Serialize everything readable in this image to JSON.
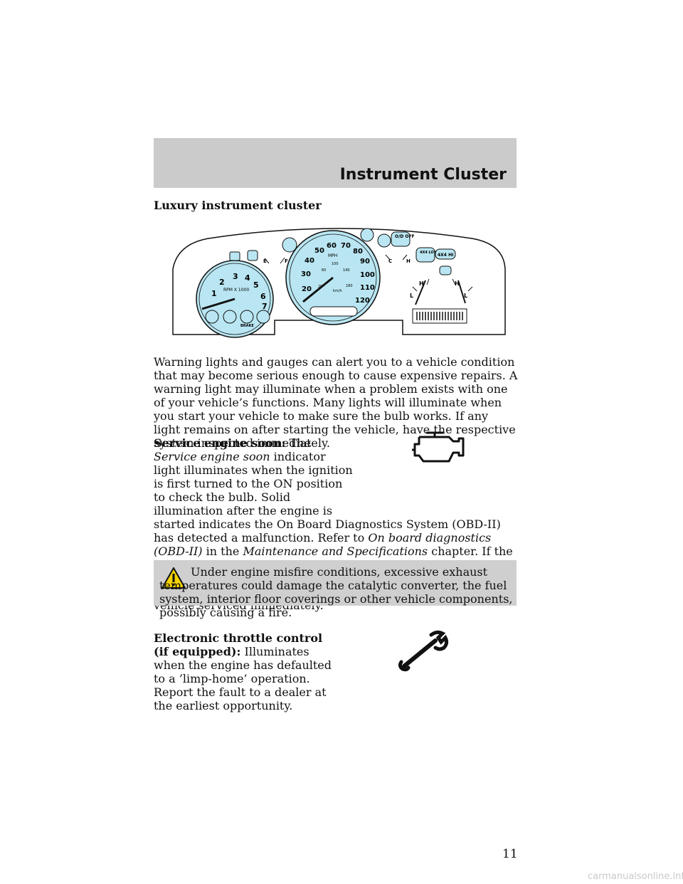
{
  "header": {
    "title": "Instrument Cluster"
  },
  "section_heading": "Luxury instrument cluster",
  "cluster": {
    "tach_numbers": [
      "1",
      "2",
      "3",
      "4",
      "5",
      "6",
      "7"
    ],
    "tach_label": "RPM X 1000",
    "speed_mph": [
      "20",
      "30",
      "40",
      "50",
      "60",
      "70",
      "80",
      "90",
      "100",
      "110",
      "120"
    ],
    "speed_kmh": [
      "20",
      "60",
      "100",
      "140",
      "180"
    ],
    "speed_mph_label": "MPH",
    "speed_kmh_label": "km/h",
    "fuel_e": "E",
    "fuel_f": "F",
    "temp_c": "C",
    "temp_h": "H",
    "od_off": "O/D OFF",
    "fourx4_low": "4X4 LOW",
    "fourx4_hi": "4X4 HI",
    "brake": "BRAKE",
    "gauge_l": "L",
    "gauge_h": "H"
  },
  "intro_paragraph": "Warning lights and gauges can alert you to a vehicle condition that may become serious enough to cause expensive repairs. A warning light may illuminate when a problem exists with one of your vehicle’s functions. Many lights will illuminate when you start your vehicle to make sure the bulb works. If any light remains on after starting the vehicle, have the respective system inspected immediately.",
  "service_engine": {
    "label": "Service engine soon:",
    "text_1": "The",
    "italic_1": "Service engine soon",
    "text_2": "indicator light illuminates when the ignition is first turned to the ON position to check the bulb. Solid illumination after the engine is started indicates the On Board Diagnostics System (OBD-II) has detected a malfunction. Refer to",
    "italic_2": "On board diagnostics (OBD-II)",
    "text_3": "in the",
    "italic_3": "Maintenance and Specifications",
    "text_4": "chapter. If the light is blinking, engine misfire is occurring which could damage your catalytic converter. Drive in a moderate fashion (avoid heavy acceleration and deceleration) and have your vehicle serviced immediately."
  },
  "warning": {
    "text": "Under engine misfire conditions, excessive exhaust temperatures could damage the catalytic converter, the fuel system, interior floor coverings or other vehicle components, possibly causing a fire."
  },
  "throttle": {
    "label": "Electronic throttle control (if equipped):",
    "text": "Illuminates when the engine has defaulted to a ’limp-home’ operation. Report the fault to a dealer at the earliest opportunity."
  },
  "page_number": "11",
  "watermark": "carmanualsonline.info"
}
